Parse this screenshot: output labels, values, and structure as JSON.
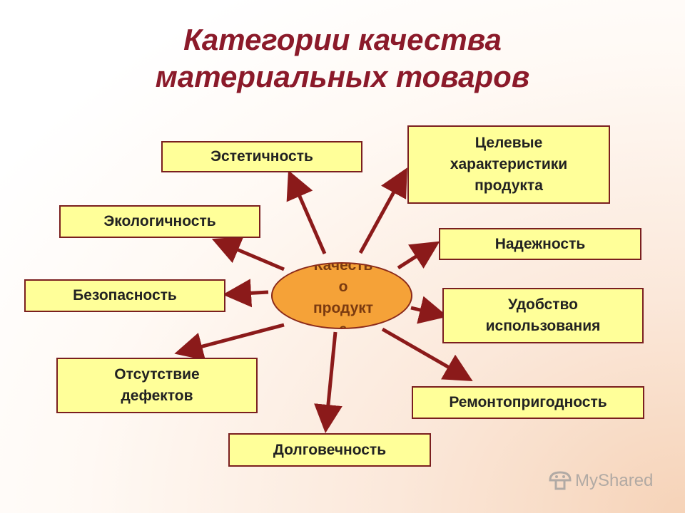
{
  "title": {
    "line1": "Категории качества",
    "line2": "материальных товаров"
  },
  "center": {
    "lines": [
      "Качеств",
      "о",
      "продукт",
      "а"
    ]
  },
  "nodes": {
    "aesthetics": "Эстетичность",
    "target": [
      "Целевые",
      "характеристики",
      "продукта"
    ],
    "ecology": "Экологичность",
    "reliability": "Надежность",
    "safety": "Безопасность",
    "usability": [
      "Удобство",
      "использования"
    ],
    "defects": [
      "Отсутствие",
      "дефектов"
    ],
    "repairability": "Ремонтопригодность",
    "durability": "Долговечность"
  },
  "logo": {
    "text": "MyShared",
    "icon": "mushroom-logo-icon"
  },
  "colors": {
    "title": "#8b1a2a",
    "box_fill": "#ffff99",
    "box_border": "#7a1f1f",
    "center_fill": "#f5a238",
    "arrow": "#8b1a1a"
  }
}
